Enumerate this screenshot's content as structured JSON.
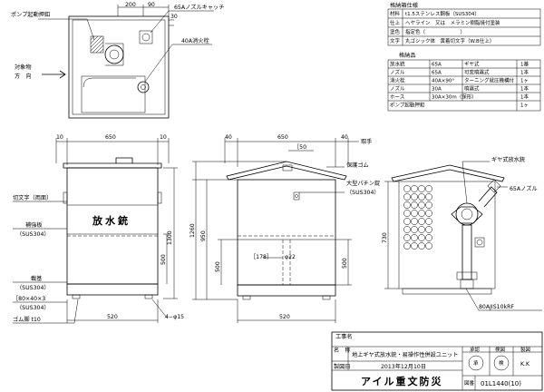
{
  "spec": {
    "title": "格納箱仕様",
    "rows": [
      {
        "k": "材料",
        "v": "t1.5ステンレス鋼板（SUS304）"
      },
      {
        "k": "仕上",
        "v": "ヘヤライン　又は　メラミン樹脂焼付塗装"
      },
      {
        "k": "塗色",
        "v": "指定色（　　　　　　　）"
      },
      {
        "k": "文字",
        "v": "丸ゴシック体　黄着切文字（W.B仕上）"
      }
    ]
  },
  "parts": {
    "title": "格納品",
    "rows": [
      {
        "name": "放水銃",
        "spec": "65A",
        "type": "ギヤ式",
        "qty": "1基"
      },
      {
        "name": "ノズル",
        "spec": "65A",
        "type": "可変噴霧式",
        "qty": "1本"
      },
      {
        "name": "消火栓",
        "spec": "40A×90°",
        "type": "ターニング就圧機構付",
        "qty": "1ヶ"
      },
      {
        "name": "ノズル",
        "spec": "30A",
        "type": "噴霧式",
        "qty": "1本"
      },
      {
        "name": "ホース",
        "spec": "30A×30m（保形）",
        "type": "",
        "qty": "1本"
      },
      {
        "name": "ポンプ起動押釦",
        "spec": "",
        "type": "",
        "qty": "1ヶ"
      }
    ]
  },
  "top_view": {
    "callouts": {
      "pump_button": "ポンプ起動押釦",
      "cap": "65Aノズルキャッチ",
      "hydrant": "40A消火栓",
      "direction": "対象物\n方　向"
    },
    "dims": {
      "d200": "200",
      "d90": "90",
      "d30": "30"
    }
  },
  "front_view": {
    "dims": {
      "d10a": "10",
      "d650": "650",
      "d10b": "10",
      "d1300": "1300",
      "d500": "500",
      "d520": "520",
      "d4phi15": "4−φ15"
    },
    "label_text": "放水銃",
    "callouts": {
      "cut_text": "切文字（両面）",
      "plate": "補強板",
      "plate_mat": "（SUS304）",
      "base": "載基",
      "base_mat": "（SUS304）",
      "angle": "［80×40×3",
      "angle_mat": "（SUS304）",
      "rubber": "ゴム脚 t10"
    }
  },
  "side_view": {
    "dims": {
      "d40a": "40",
      "d650": "650",
      "d40b": "40",
      "d50": "［50",
      "d950": "950",
      "d1260": "1260",
      "d500": "500",
      "d178": "［178］",
      "d22": "φ22",
      "d520": "520"
    },
    "callouts": {
      "handle": "取手",
      "rubber": "保護ゴム",
      "hinge": "大型パチン錠",
      "hinge_mat": "（SUS304）"
    }
  },
  "inner_view": {
    "callouts": {
      "gun": "ギヤ式放水銃",
      "nozzle": "65Aノズル",
      "valve": "80AJIS10kRF"
    },
    "dims": {
      "d730": "730"
    }
  },
  "title_block": {
    "work_label": "工事名",
    "work_value": "",
    "name_label": "名　称",
    "name_value": "地上ギヤ式放水銃・易操作性併設ユニット",
    "date_label": "製図日",
    "date_value": "2013年12月10日",
    "company": "アイル重文防災",
    "drawing_no_label": "図番",
    "drawing_no": "01L1440(10)",
    "approve_label": "承認",
    "check_label": "検図",
    "draw_label": "製図",
    "stamp_approve": "承",
    "stamp_check": "検",
    "stamp_draw": "K.K"
  }
}
